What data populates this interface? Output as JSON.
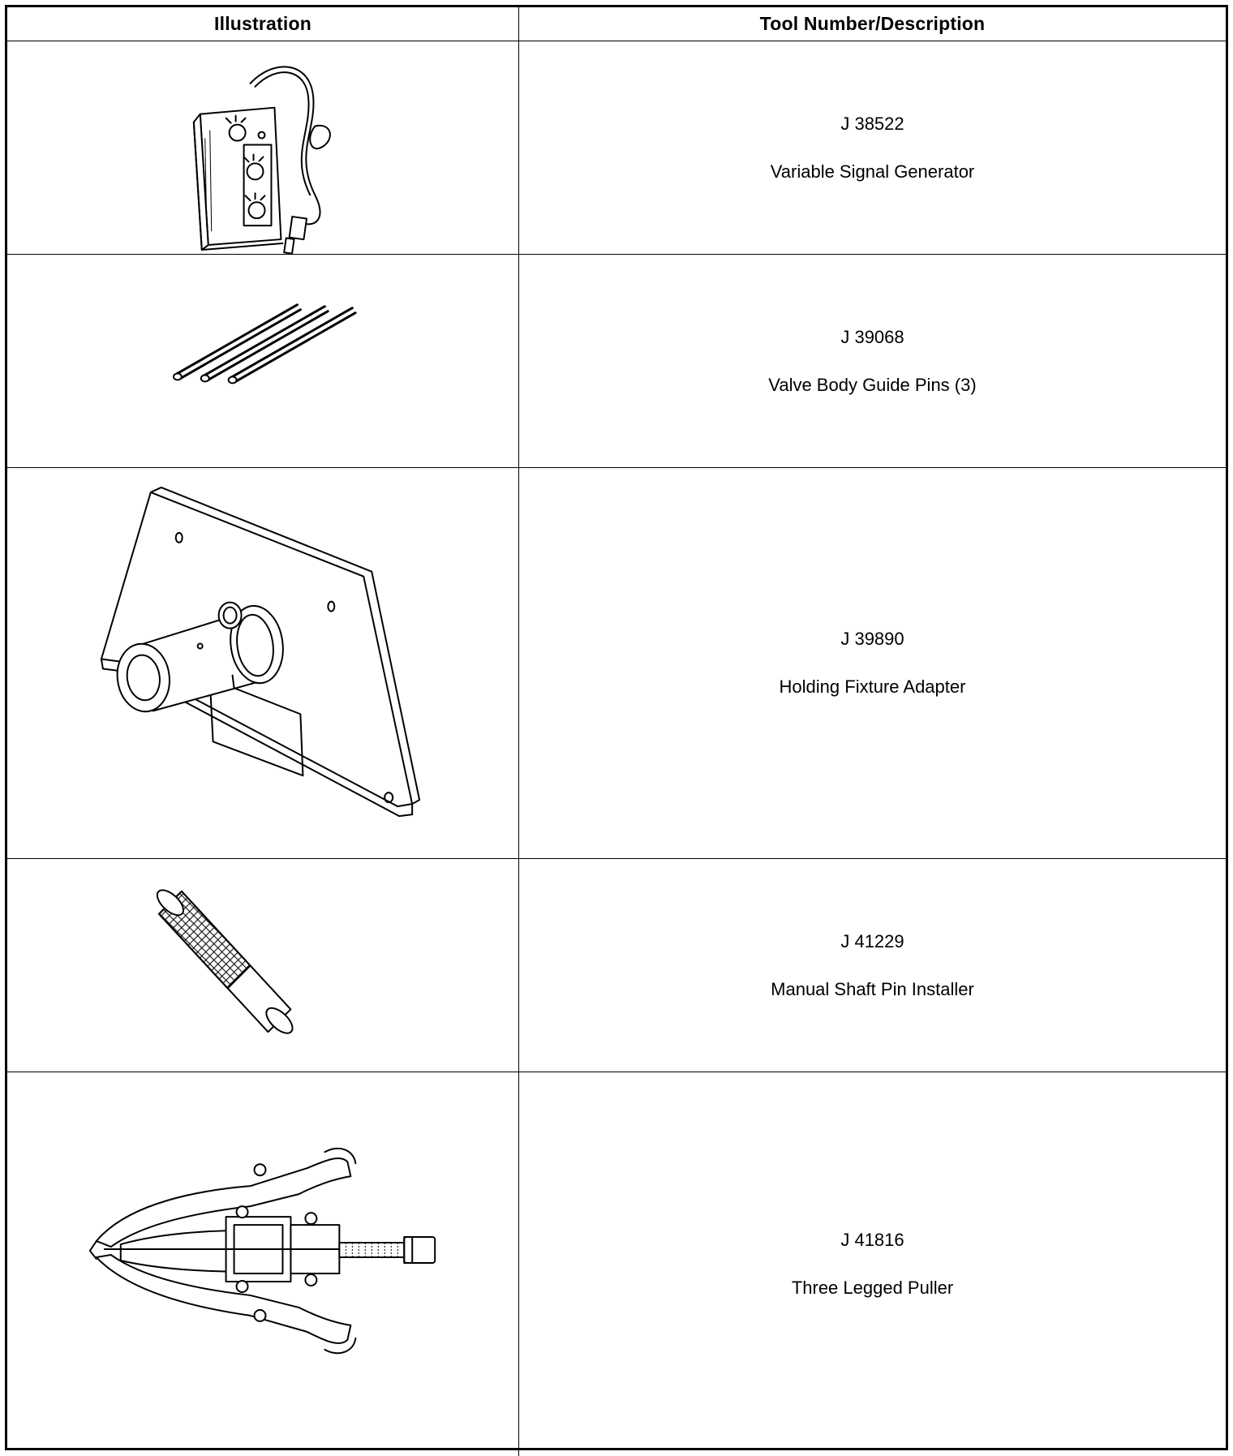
{
  "table": {
    "headers": {
      "illustration": "Illustration",
      "description": "Tool Number/Description"
    },
    "rows": [
      {
        "tool_number": "J 38522",
        "description": "Variable Signal Generator",
        "icon": "variable-signal-generator-icon"
      },
      {
        "tool_number": "J 39068",
        "description": "Valve Body Guide Pins (3)",
        "icon": "guide-pins-icon"
      },
      {
        "tool_number": "J 39890",
        "description": "Holding Fixture Adapter",
        "icon": "holding-fixture-adapter-icon"
      },
      {
        "tool_number": "J 41229",
        "description": "Manual Shaft Pin Installer",
        "icon": "pin-installer-icon"
      },
      {
        "tool_number": "J 41816",
        "description": "Three Legged Puller",
        "icon": "three-legged-puller-icon"
      }
    ]
  }
}
